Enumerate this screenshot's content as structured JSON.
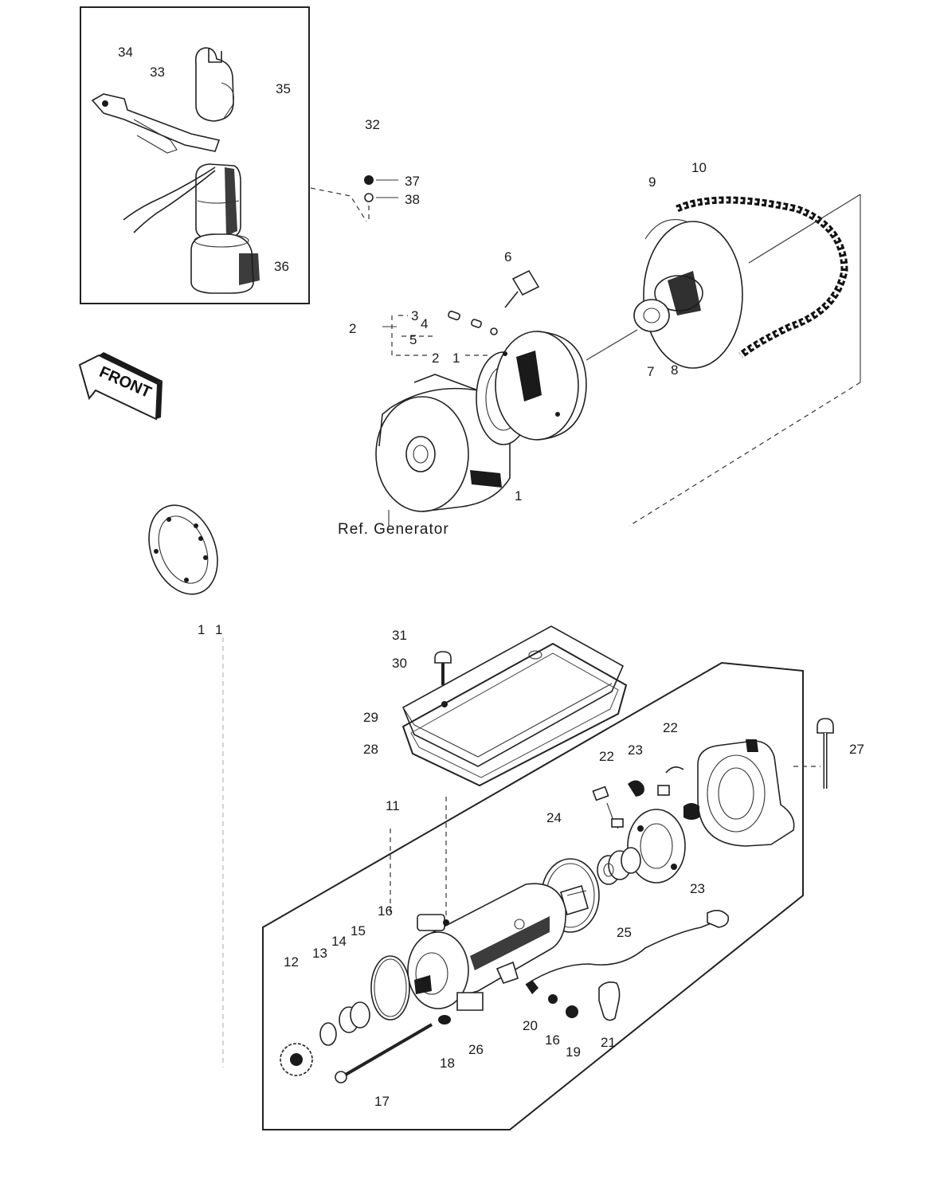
{
  "diagram": {
    "front_label": "FRONT",
    "ref_label": "Ref. Generator",
    "callouts": [
      {
        "id": "c34",
        "text": "34"
      },
      {
        "id": "c33",
        "text": "33"
      },
      {
        "id": "c35",
        "text": "35"
      },
      {
        "id": "c32",
        "text": "32"
      },
      {
        "id": "c36",
        "text": "36"
      },
      {
        "id": "c37",
        "text": "37"
      },
      {
        "id": "c38",
        "text": "38"
      },
      {
        "id": "c9",
        "text": "9"
      },
      {
        "id": "c10",
        "text": "10"
      },
      {
        "id": "c6",
        "text": "6"
      },
      {
        "id": "c2a",
        "text": "2"
      },
      {
        "id": "c3",
        "text": "3"
      },
      {
        "id": "c4",
        "text": "4"
      },
      {
        "id": "c5",
        "text": "5"
      },
      {
        "id": "c2b",
        "text": "2"
      },
      {
        "id": "c1a",
        "text": "1"
      },
      {
        "id": "c7",
        "text": "7"
      },
      {
        "id": "c8",
        "text": "8"
      },
      {
        "id": "c1b",
        "text": "1"
      },
      {
        "id": "c1c",
        "text": "1"
      },
      {
        "id": "c1d",
        "text": "1"
      },
      {
        "id": "c31",
        "text": "31"
      },
      {
        "id": "c30",
        "text": "30"
      },
      {
        "id": "c29",
        "text": "29"
      },
      {
        "id": "c28",
        "text": "28"
      },
      {
        "id": "c27",
        "text": "27"
      },
      {
        "id": "c22a",
        "text": "22"
      },
      {
        "id": "c22b",
        "text": "22"
      },
      {
        "id": "c23a",
        "text": "23"
      },
      {
        "id": "c23b",
        "text": "23"
      },
      {
        "id": "c11",
        "text": "11"
      },
      {
        "id": "c24",
        "text": "24"
      },
      {
        "id": "c25",
        "text": "25"
      },
      {
        "id": "c16a",
        "text": "16"
      },
      {
        "id": "c12",
        "text": "12"
      },
      {
        "id": "c13",
        "text": "13"
      },
      {
        "id": "c14",
        "text": "14"
      },
      {
        "id": "c15",
        "text": "15"
      },
      {
        "id": "c20",
        "text": "20"
      },
      {
        "id": "c16b",
        "text": "16"
      },
      {
        "id": "c19",
        "text": "19"
      },
      {
        "id": "c21",
        "text": "21"
      },
      {
        "id": "c18",
        "text": "18"
      },
      {
        "id": "c26",
        "text": "26"
      },
      {
        "id": "c17",
        "text": "17"
      }
    ]
  }
}
